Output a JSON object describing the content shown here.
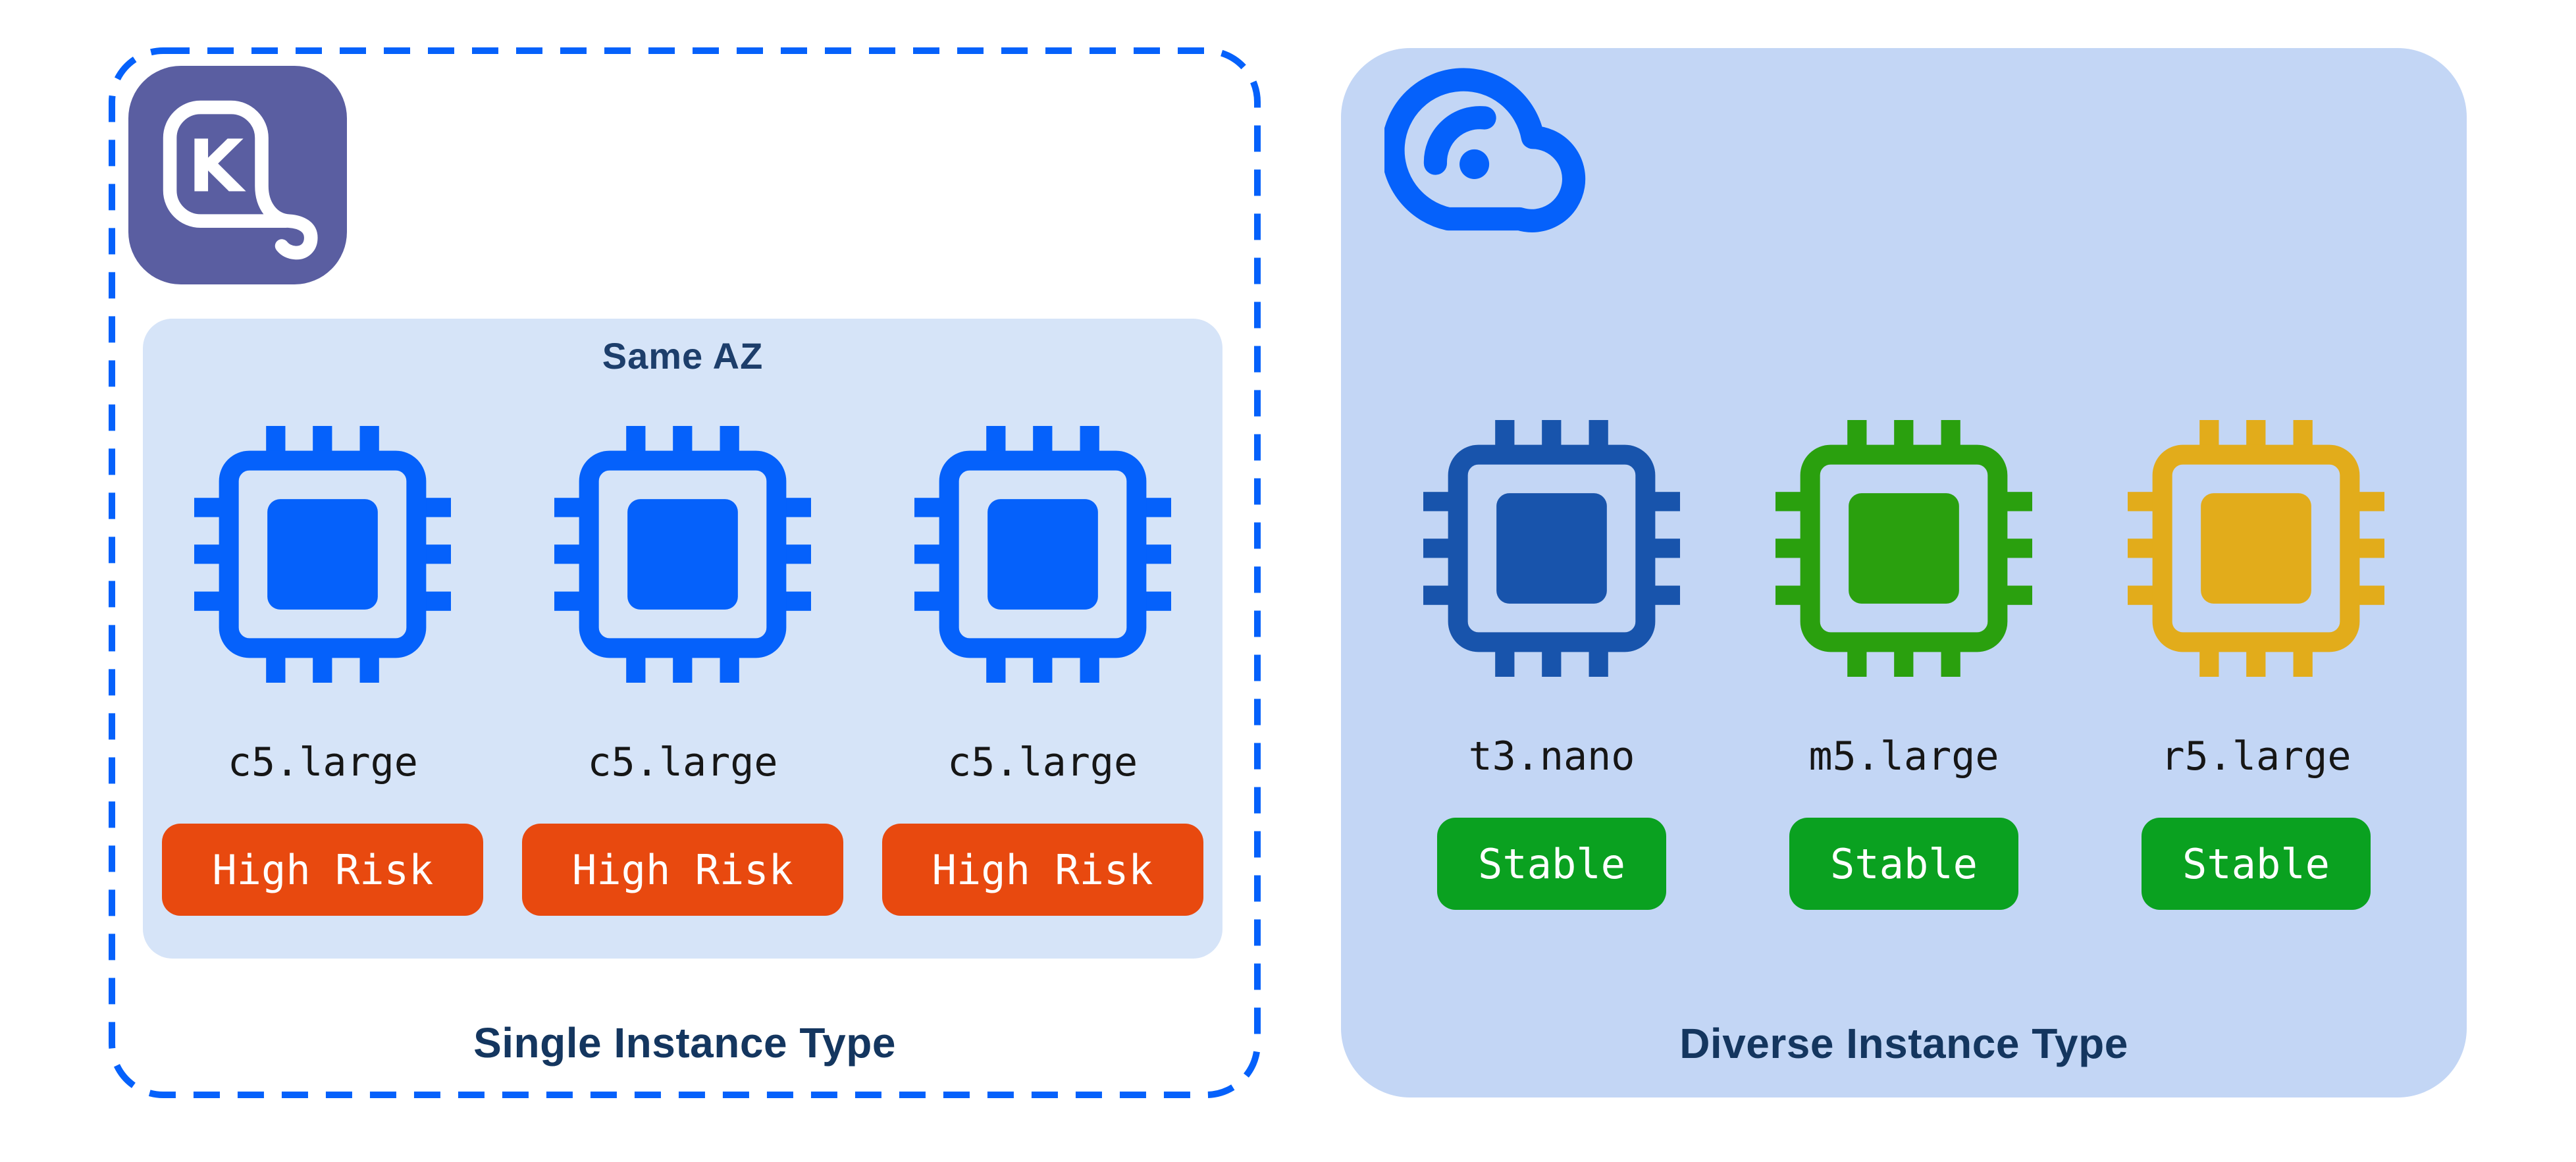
{
  "left_panel": {
    "group_label": "Same AZ",
    "title": "Single Instance Type",
    "instances": [
      {
        "name": "c5.large",
        "status": "High Risk"
      },
      {
        "name": "c5.large",
        "status": "High Risk"
      },
      {
        "name": "c5.large",
        "status": "High Risk"
      }
    ]
  },
  "right_panel": {
    "title": "Diverse Instance Type",
    "instances": [
      {
        "name": "t3.nano",
        "status": "Stable"
      },
      {
        "name": "m5.large",
        "status": "Stable"
      },
      {
        "name": "r5.large",
        "status": "Stable"
      }
    ]
  },
  "icons": {
    "left_logo": "karpenter-tape-measure-logo",
    "right_logo": "cloud-signal-icon",
    "instance_icon": "cpu-chip-icon"
  },
  "colors": {
    "accent_blue": "#0561fb",
    "logo_indigo": "#5a5ea1",
    "left_group_bg": "#d6e4f8",
    "right_panel_bg": "#c3d6f5",
    "chip_same": "#0561fb",
    "chip_t3": "#1854ac",
    "chip_m5": "#2aa00e",
    "chip_r5": "#e2ac1b",
    "badge_high_risk": "#e8490f",
    "badge_stable": "#0aa120",
    "title_navy": "#14365f",
    "label_black": "#161616"
  }
}
